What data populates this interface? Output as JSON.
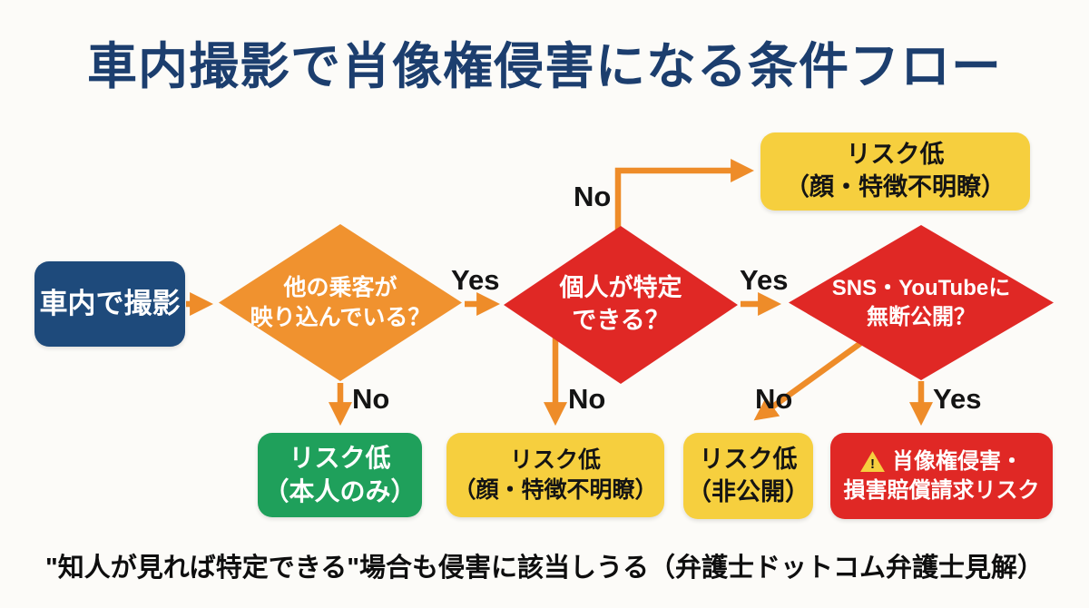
{
  "title": "車内撮影で肖像権侵害になる条件フロー",
  "colors": {
    "bg": "#fcfbf8",
    "navy-dark": "#1c3e6e",
    "navy": "#1e4a7b",
    "orange": "#f0922f",
    "arrow-orange": "#ee8c29",
    "red": "#e02825",
    "yellow": "#f6cf3e",
    "green": "#1fa05b"
  },
  "nodes": {
    "start": {
      "label": "車内で撮影"
    },
    "d1": {
      "line1": "他の乗客が",
      "line2": "映り込んでいる？"
    },
    "d2": {
      "line1": "個人が特定",
      "line2": "できる？"
    },
    "d3": {
      "line1": "SNS・YouTubeに",
      "line2": "無断公開？"
    },
    "outcome_top_yellow": {
      "line1": "リスク低",
      "line2": "（顔・特徴不明瞭）"
    },
    "outcome_green": {
      "line1": "リスク低",
      "line2": "（本人のみ）"
    },
    "outcome_mid_yellow": {
      "line1": "リスク低",
      "line2": "（顔・特徴不明瞭）"
    },
    "outcome_private_yellow": {
      "line1": "リスク低",
      "line2": "（非公開）"
    },
    "outcome_red": {
      "icon": "warning-icon",
      "icon_mark": "!",
      "line1": "肖像権侵害・",
      "line2": "損害賠償請求リスク"
    }
  },
  "edge_labels": {
    "d1_yes": "Yes",
    "d1_no": "No",
    "d2_no_up": "No",
    "d2_no_down": "No",
    "d2_yes": "Yes",
    "d3_no": "No",
    "d3_yes": "Yes"
  },
  "footnote": "\"知人が見れば特定できる\"場合も侵害に該当しうる（弁護士ドットコム弁護士見解）"
}
